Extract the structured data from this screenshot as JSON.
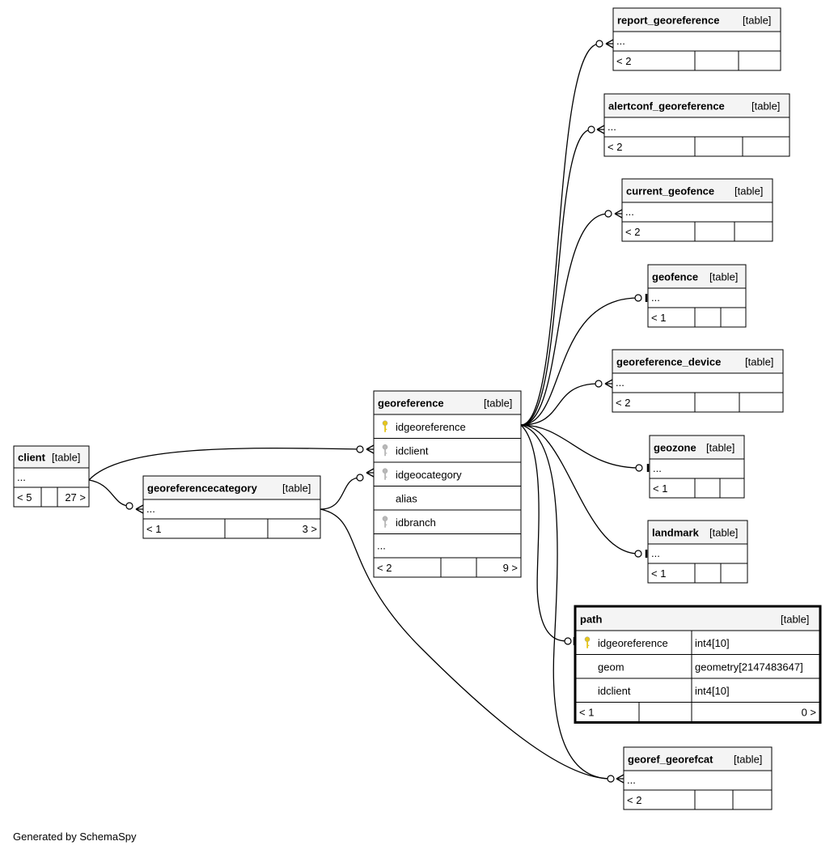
{
  "footer": "Generated by SchemaSpy",
  "tables": [
    {
      "id": "client",
      "name": "client",
      "type": "[table]",
      "columns": [],
      "ellipsis": "...",
      "footer": [
        "< 5",
        "",
        "27 >"
      ]
    },
    {
      "id": "georeferencecategory",
      "name": "georeferencecategory",
      "type": "[table]",
      "columns": [],
      "ellipsis": "...",
      "footer": [
        "< 1",
        "",
        "3 >"
      ]
    },
    {
      "id": "georeference",
      "name": "georeference",
      "type": "[table]",
      "columns": [
        {
          "name": "idgeoreference",
          "key": "primary-key-icon"
        },
        {
          "name": "idclient",
          "key": "foreign-key-icon"
        },
        {
          "name": "idgeocategory",
          "key": "foreign-key-icon"
        },
        {
          "name": "alias",
          "key": ""
        },
        {
          "name": "idbranch",
          "key": "foreign-key-icon"
        }
      ],
      "ellipsis": "...",
      "footer": [
        "< 2",
        "",
        "9 >"
      ]
    },
    {
      "id": "report_georeference",
      "name": "report_georeference",
      "type": "[table]",
      "columns": [],
      "ellipsis": "...",
      "footer": [
        "< 2",
        "",
        ""
      ]
    },
    {
      "id": "alertconf_georeference",
      "name": "alertconf_georeference",
      "type": "[table]",
      "columns": [],
      "ellipsis": "...",
      "footer": [
        "< 2",
        "",
        ""
      ]
    },
    {
      "id": "current_geofence",
      "name": "current_geofence",
      "type": "[table]",
      "columns": [],
      "ellipsis": "...",
      "footer": [
        "< 2",
        "",
        ""
      ]
    },
    {
      "id": "geofence",
      "name": "geofence",
      "type": "[table]",
      "columns": [],
      "ellipsis": "...",
      "footer": [
        "< 1",
        "",
        ""
      ]
    },
    {
      "id": "georeference_device",
      "name": "georeference_device",
      "type": "[table]",
      "columns": [],
      "ellipsis": "...",
      "footer": [
        "< 2",
        "",
        ""
      ]
    },
    {
      "id": "geozone",
      "name": "geozone",
      "type": "[table]",
      "columns": [],
      "ellipsis": "...",
      "footer": [
        "< 1",
        "",
        ""
      ]
    },
    {
      "id": "landmark",
      "name": "landmark",
      "type": "[table]",
      "columns": [],
      "ellipsis": "...",
      "footer": [
        "< 1",
        "",
        ""
      ]
    },
    {
      "id": "path",
      "name": "path",
      "type": "[table]",
      "columns": [
        {
          "name": "idgeoreference",
          "key": "primary-key-icon",
          "datatype": "int4[10]"
        },
        {
          "name": "geom",
          "key": "",
          "datatype": "geometry[2147483647]"
        },
        {
          "name": "idclient",
          "key": "",
          "datatype": "int4[10]"
        }
      ],
      "footer": [
        "< 1",
        "",
        "0 >"
      ]
    },
    {
      "id": "georef_georefcat",
      "name": "georef_georefcat",
      "type": "[table]",
      "columns": [],
      "ellipsis": "...",
      "footer": [
        "< 2",
        "",
        ""
      ]
    }
  ],
  "colors": {
    "header_bg": "#f4f4f4",
    "border": "#000000",
    "pk_key": "#e6c619",
    "fk_key": "#b8b8b8"
  }
}
